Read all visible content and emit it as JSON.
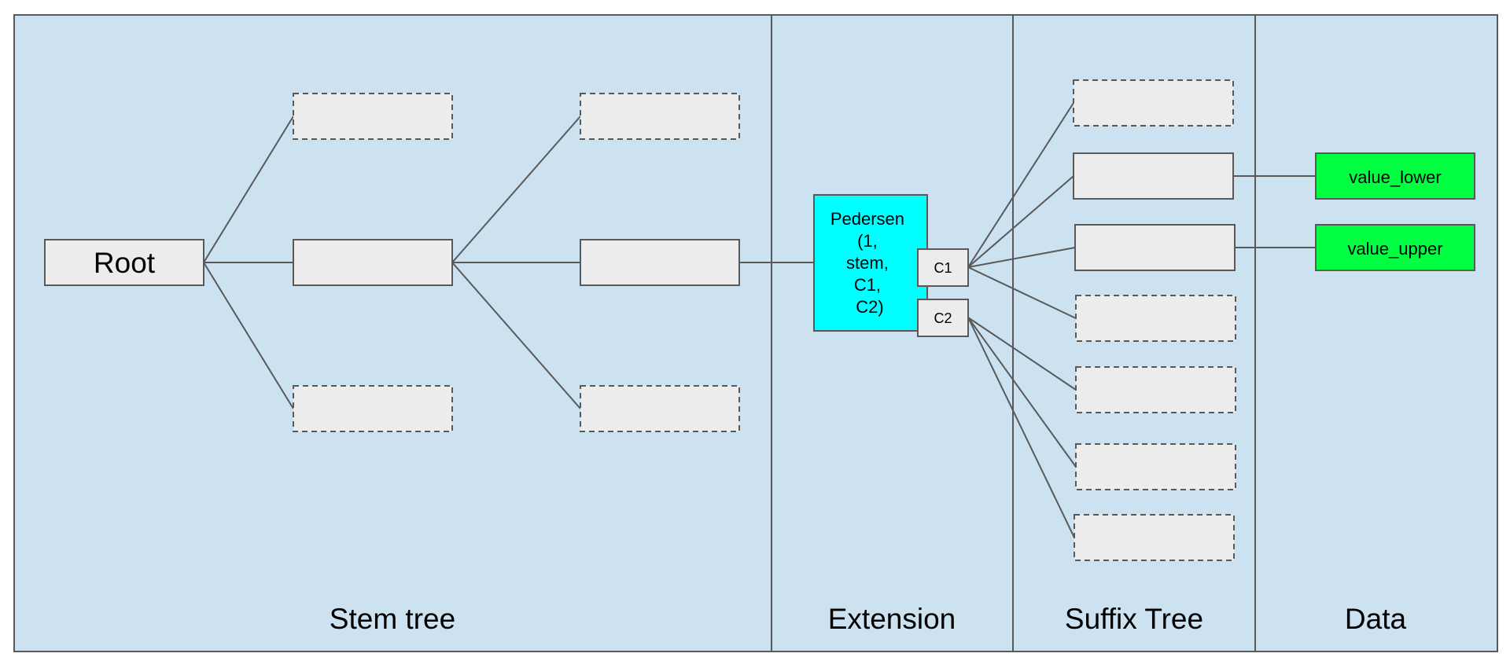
{
  "colors": {
    "background": "#cce2f1",
    "node_fill": "#ececec",
    "stroke": "#595959",
    "commitment_fill": "#00ffff",
    "value_fill": "#00ff40"
  },
  "sections": [
    {
      "id": "stem",
      "label": "Stem tree"
    },
    {
      "id": "extension",
      "label": "Extension"
    },
    {
      "id": "suffix",
      "label": "Suffix Tree"
    },
    {
      "id": "data",
      "label": "Data"
    }
  ],
  "root": {
    "label": "Root"
  },
  "commitment": {
    "lines": [
      "Pedersen",
      "(1,",
      "stem,",
      "C1,",
      "C2)"
    ]
  },
  "c1": {
    "label": "C1"
  },
  "c2": {
    "label": "C2"
  },
  "values": {
    "lower": "value_lower",
    "upper": "value_upper"
  }
}
